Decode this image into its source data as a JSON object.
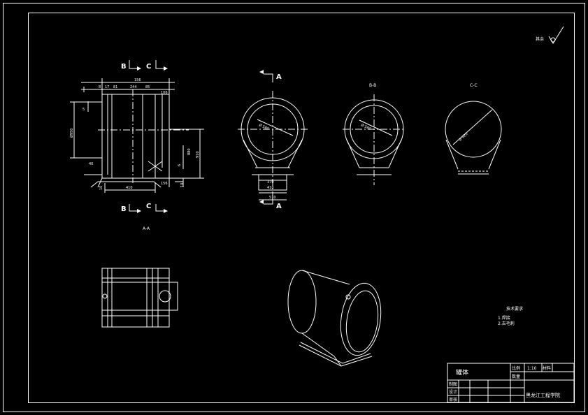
{
  "colors": {
    "background": "#000000",
    "line": "#ffffff"
  },
  "section_marks": {
    "b": "B",
    "c": "C",
    "a": "A"
  },
  "view_titles": {
    "aa": "A-A",
    "bb": "B-B",
    "cc": "C-C"
  },
  "dimensions": {
    "top_width": "156",
    "top_parts": [
      "8",
      "17",
      "81",
      "244",
      "85"
    ],
    "right_small": "106",
    "left_small": "5",
    "phi_left": "Ø950",
    "right_height_1": "880",
    "right_height_2": "910",
    "bottom_width": "410",
    "left_lower": "10",
    "left_mid": "40",
    "bottom_right": "156",
    "bottom_right_small": "10",
    "small_right": "6",
    "circle_a": "Ø 580",
    "circle_b": "Ø 580",
    "circle_c": "Ø 920",
    "foot_top": "370",
    "foot_mid": "410",
    "foot_bottom": "510"
  },
  "roughness": {
    "label": "其余"
  },
  "technical_requirements": {
    "title": "技术要求",
    "items": [
      "1.焊接",
      "2.去毛刺"
    ]
  },
  "title_block": {
    "part_name": "罐体",
    "scale_label": "比例",
    "scale_value": "1:10",
    "material_label": "材料",
    "quantity_label": "数量",
    "drawn_label": "制图",
    "design_label": "设计",
    "check_label": "审核",
    "school": "黑龙江工程学院"
  }
}
